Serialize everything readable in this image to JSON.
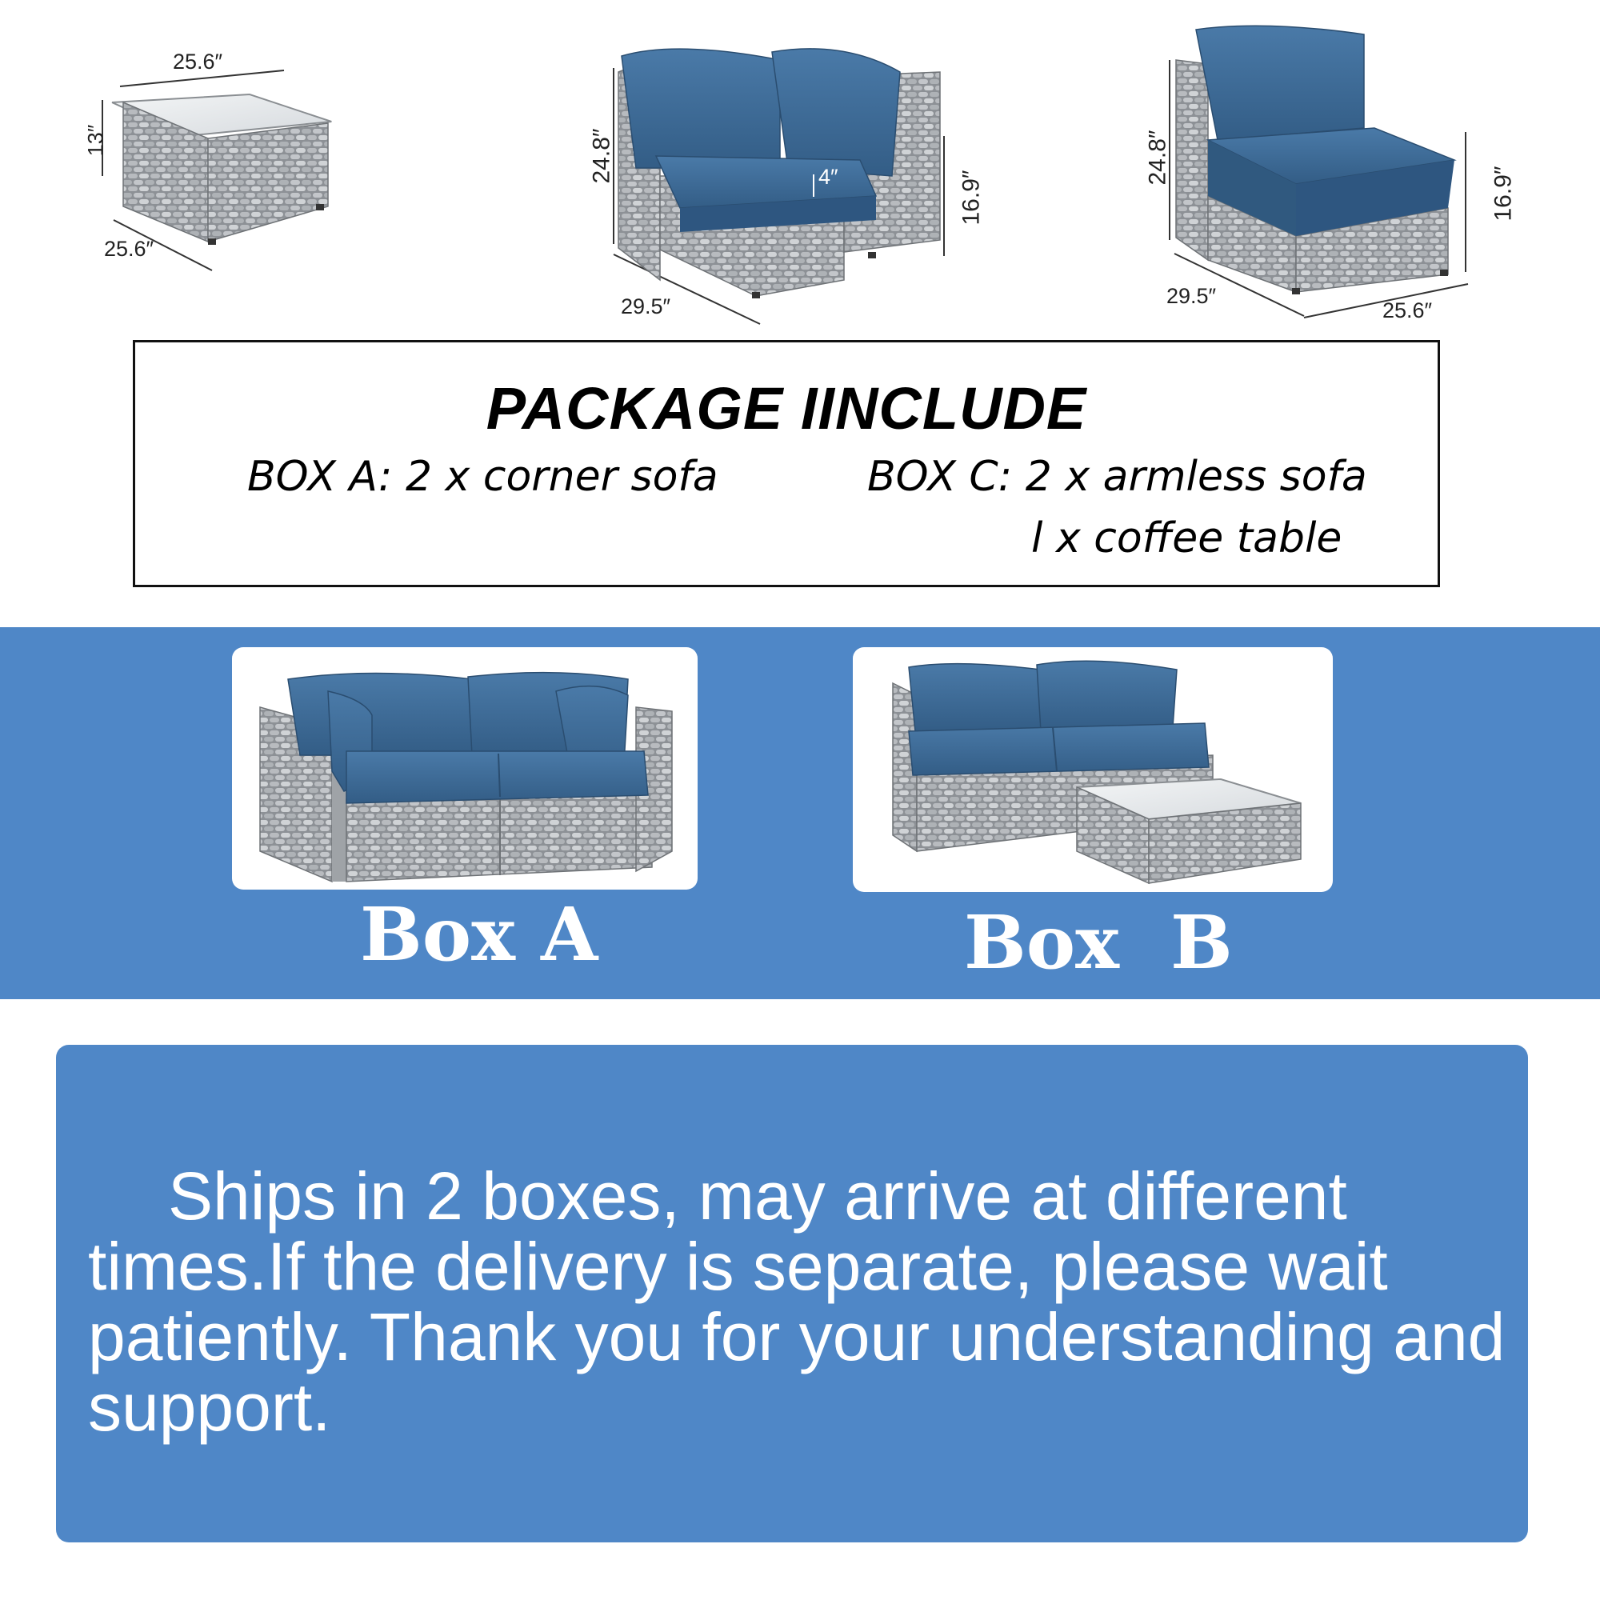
{
  "colors": {
    "accent_blue": "#4f87c7",
    "cushion_blue": "#3f6d9a",
    "wicker_gray": "#9a9ea3",
    "text_white": "#ffffff"
  },
  "dimensions": {
    "table": {
      "width": "25.6″",
      "height": "13″",
      "depth": "25.6″"
    },
    "corner_sofa": {
      "height": "24.8″",
      "cushion": "4″",
      "seat_height": "16.9″",
      "width": "29.5″"
    },
    "armless_sofa": {
      "height": "24.8″",
      "seat_height": "16.9″",
      "depth": "29.5″",
      "width": "25.6″"
    }
  },
  "package": {
    "title": "PACKAGE IINCLUDE",
    "box_a": "BOX A: 2 x corner sofa",
    "box_c_line1": "BOX C: 2 x armless sofa",
    "box_c_line2": "l x coffee table"
  },
  "boxes": {
    "a_label": "Box A",
    "b_label": "Box  B"
  },
  "notice": {
    "text": "Ships in 2 boxes, may arrive at different times.If the delivery is separate, please wait patiently. Thank you for your understanding and support."
  },
  "icons": [
    "coffee-table-icon",
    "corner-sofa-icon",
    "armless-sofa-icon",
    "loveseat-icon",
    "sectional-set-icon"
  ]
}
